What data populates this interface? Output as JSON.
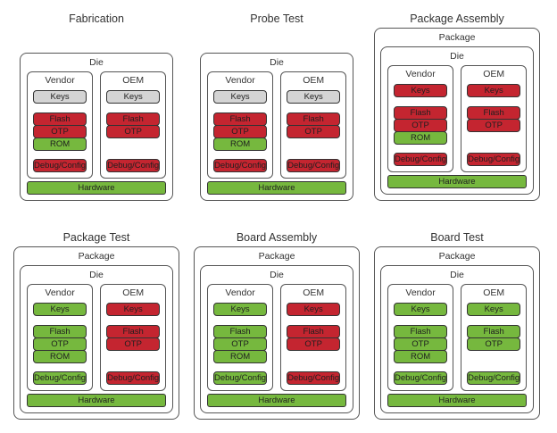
{
  "palette": {
    "red": "#C42530",
    "green": "#76B83E",
    "gray": "#D4D4D4",
    "box_border": "#333333",
    "outline_border": "#555555",
    "text_dark": "#1F1F1F",
    "label_text": "#333333",
    "background": "#FFFFFF"
  },
  "labels": {
    "package": "Package",
    "die": "Die",
    "vendor": "Vendor",
    "oem": "OEM",
    "keys": "Keys",
    "flash": "Flash",
    "otp": "OTP",
    "rom": "ROM",
    "debug": "Debug/Config",
    "hardware": "Hardware"
  },
  "stages": [
    {
      "title": "Fabrication",
      "package": false,
      "vendor": {
        "keys": "gray",
        "flash": "red",
        "otp": "red",
        "rom": "green",
        "debug": "red"
      },
      "oem": {
        "keys": "gray",
        "flash": "red",
        "otp": "red",
        "debug": "red"
      },
      "hardware": "green"
    },
    {
      "title": "Probe Test",
      "package": false,
      "vendor": {
        "keys": "gray",
        "flash": "red",
        "otp": "red",
        "rom": "green",
        "debug": "red"
      },
      "oem": {
        "keys": "gray",
        "flash": "red",
        "otp": "red",
        "debug": "red"
      },
      "hardware": "green"
    },
    {
      "title": "Package Assembly",
      "package": true,
      "vendor": {
        "keys": "red",
        "flash": "red",
        "otp": "red",
        "rom": "green",
        "debug": "red"
      },
      "oem": {
        "keys": "red",
        "flash": "red",
        "otp": "red",
        "debug": "red"
      },
      "hardware": "green"
    },
    {
      "title": "Package Test",
      "package": true,
      "vendor": {
        "keys": "green",
        "flash": "green",
        "otp": "green",
        "rom": "green",
        "debug": "green"
      },
      "oem": {
        "keys": "red",
        "flash": "red",
        "otp": "red",
        "debug": "red"
      },
      "hardware": "green"
    },
    {
      "title": "Board Assembly",
      "package": true,
      "vendor": {
        "keys": "green",
        "flash": "green",
        "otp": "green",
        "rom": "green",
        "debug": "green"
      },
      "oem": {
        "keys": "red",
        "flash": "red",
        "otp": "red",
        "debug": "red"
      },
      "hardware": "green"
    },
    {
      "title": "Board Test",
      "package": true,
      "vendor": {
        "keys": "green",
        "flash": "green",
        "otp": "green",
        "rom": "green",
        "debug": "green"
      },
      "oem": {
        "keys": "green",
        "flash": "green",
        "otp": "green",
        "debug": "green"
      },
      "hardware": "green"
    }
  ]
}
